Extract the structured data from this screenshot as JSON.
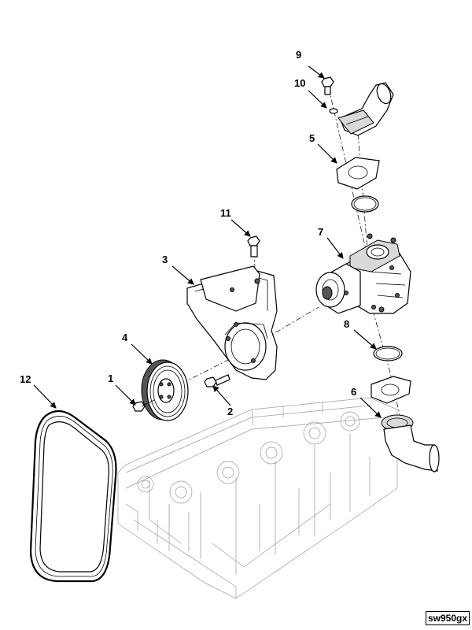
{
  "callouts": [
    {
      "id": "9",
      "label": "9"
    },
    {
      "id": "10",
      "label": "10"
    },
    {
      "id": "5",
      "label": "5"
    },
    {
      "id": "11",
      "label": "11"
    },
    {
      "id": "7",
      "label": "7"
    },
    {
      "id": "3",
      "label": "3"
    },
    {
      "id": "8",
      "label": "8"
    },
    {
      "id": "4",
      "label": "4"
    },
    {
      "id": "12",
      "label": "12"
    },
    {
      "id": "1",
      "label": "1"
    },
    {
      "id": "6",
      "label": "6"
    },
    {
      "id": "2",
      "label": "2"
    }
  ],
  "reference_code": "sw950gx"
}
